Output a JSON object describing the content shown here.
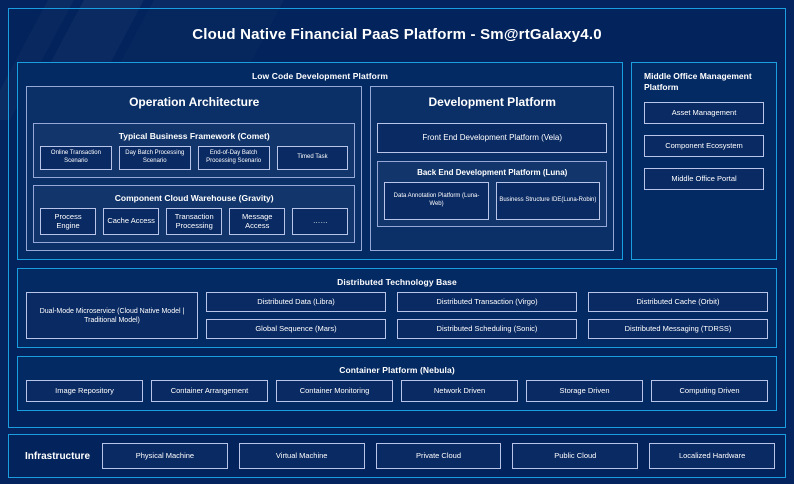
{
  "header": {
    "title": "Cloud Native Financial PaaS Platform - Sm@rtGalaxy4.0"
  },
  "low_code": {
    "title": "Low Code Development Platform",
    "operation_architecture": {
      "title": "Operation Architecture",
      "typical_business_framework": {
        "title": "Typical Business Framework (Comet)",
        "items": [
          "Online Transaction Scenario",
          "Day Batch Processing Scenario",
          "End-of-Day Batch Processing Scenario",
          "Timed Task"
        ]
      },
      "component_cloud_warehouse": {
        "title": "Component Cloud Warehouse (Gravity)",
        "items": [
          "Process Engine",
          "Cache Access",
          "Transaction Processing",
          "Message Access",
          "……"
        ]
      }
    },
    "development_platform": {
      "title": "Development Platform",
      "front_end": "Front End Development Platform (Vela)",
      "back_end": {
        "title": "Back End Development Platform (Luna)",
        "items": [
          "Data Annotation Platform (Luna-Web)",
          "Business Structure IDE(Luna-Robin)"
        ]
      }
    }
  },
  "middle_office": {
    "title": "Middle Office Management Platform",
    "items": [
      "Asset Management",
      "Component Ecosystem",
      "Middle Office Portal"
    ]
  },
  "distributed_technology_base": {
    "title": "Distributed Technology Base",
    "feature": "Dual-Mode Microservice (Cloud Native Model | Traditional Model)",
    "items": [
      "Distributed Data (Libra)",
      "Distributed Transaction (Virgo)",
      "Distributed Cache (Orbit)",
      "Global Sequence (Mars)",
      "Distributed Scheduling (Sonic)",
      "Distributed Messaging (TDRSS)"
    ]
  },
  "container_platform": {
    "title": "Container Platform (Nebula)",
    "items": [
      "Image Repository",
      "Container Arrangement",
      "Container Monitoring",
      "Network Driven",
      "Storage Driven",
      "Computing Driven"
    ]
  },
  "infrastructure": {
    "label": "Infrastructure",
    "items": [
      "Physical Machine",
      "Virtual Machine",
      "Private Cloud",
      "Public Cloud",
      "Localized Hardware"
    ]
  },
  "colors": {
    "background": "#03245e",
    "accent_border": "#1a9ee0",
    "box_border": "#b8c4e8",
    "group_border": "#96a8d8",
    "panel_fill": "#042a63",
    "text": "#ffffff"
  }
}
